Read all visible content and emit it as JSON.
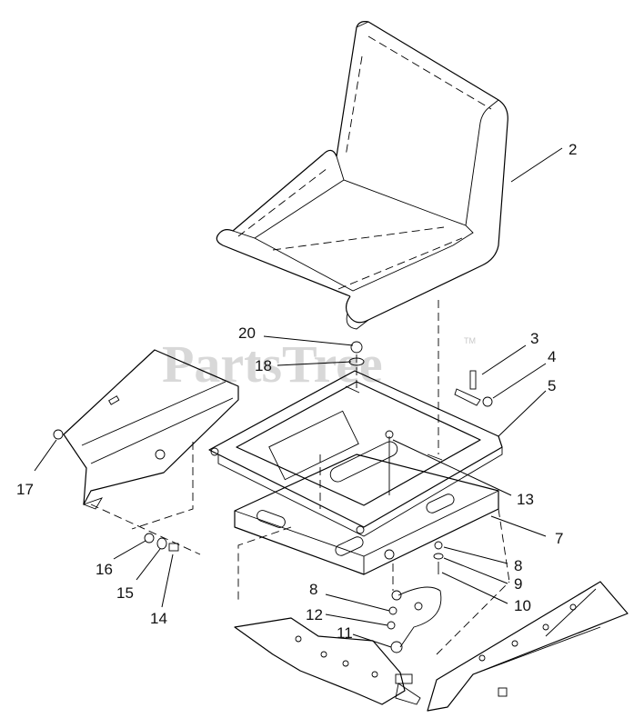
{
  "watermark": {
    "text": "PartsTree",
    "tm": "TM"
  },
  "callouts": [
    {
      "id": "c2",
      "label": "2"
    },
    {
      "id": "c3",
      "label": "3"
    },
    {
      "id": "c4",
      "label": "4"
    },
    {
      "id": "c5",
      "label": "5"
    },
    {
      "id": "c20",
      "label": "20"
    },
    {
      "id": "c18",
      "label": "18"
    },
    {
      "id": "c17",
      "label": "17"
    },
    {
      "id": "c13",
      "label": "13"
    },
    {
      "id": "c7",
      "label": "7"
    },
    {
      "id": "c8a",
      "label": "8"
    },
    {
      "id": "c9",
      "label": "9"
    },
    {
      "id": "c10",
      "label": "10"
    },
    {
      "id": "c16",
      "label": "16"
    },
    {
      "id": "c15",
      "label": "15"
    },
    {
      "id": "c14",
      "label": "14"
    },
    {
      "id": "c8b",
      "label": "8"
    },
    {
      "id": "c12",
      "label": "12"
    },
    {
      "id": "c11",
      "label": "11"
    }
  ]
}
